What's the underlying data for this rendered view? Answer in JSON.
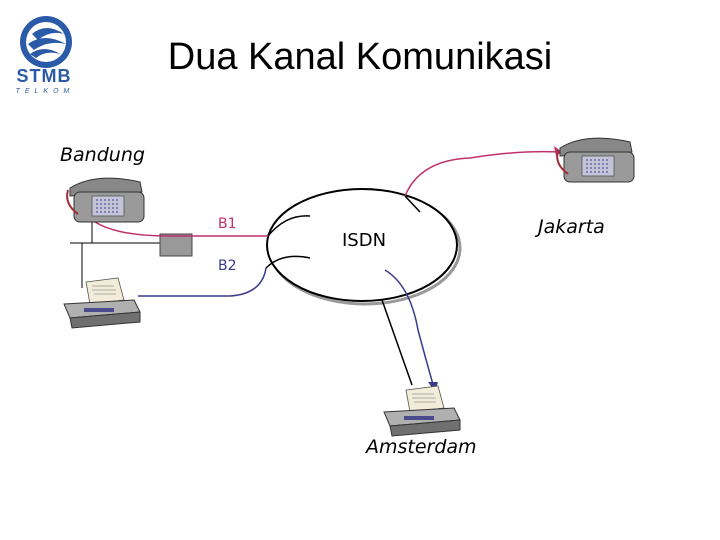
{
  "title": "Dua Kanal Komunikasi",
  "logo": {
    "name": "STMB",
    "tagline": "TELKOM",
    "icon": "stmb-logo-icon"
  },
  "nodes": {
    "bandung": "Bandung",
    "jakarta": "Jakarta",
    "amsterdam": "Amsterdam",
    "network": "ISDN"
  },
  "channels": {
    "b1": "B1",
    "b2": "B2"
  },
  "colors": {
    "b1": "#c0306a",
    "b2": "#3a3a8c",
    "logo": "#2a5aa8"
  }
}
